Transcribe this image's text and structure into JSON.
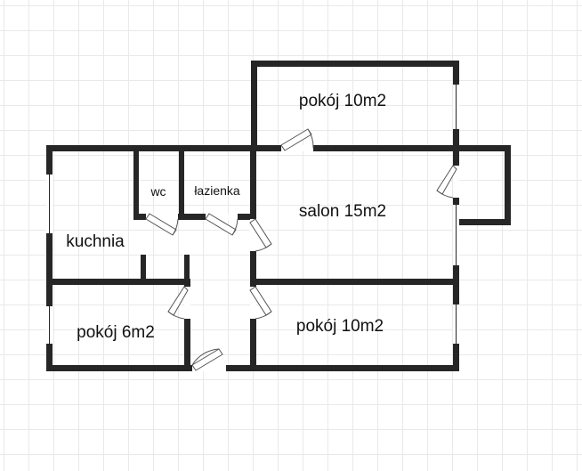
{
  "plan": {
    "colors": {
      "wall": "#262626",
      "grid": "#e9e9e9",
      "background": "#ffffff"
    },
    "rooms": [
      {
        "id": "room-top",
        "label": "pokój 10m2"
      },
      {
        "id": "wc",
        "label": "wc"
      },
      {
        "id": "bathroom",
        "label": "łazienka"
      },
      {
        "id": "salon",
        "label": "salon 15m2"
      },
      {
        "id": "kitchen",
        "label": "kuchnia"
      },
      {
        "id": "room-small",
        "label": "pokój 6m2"
      },
      {
        "id": "room-bottom",
        "label": "pokój 10m2"
      }
    ]
  }
}
